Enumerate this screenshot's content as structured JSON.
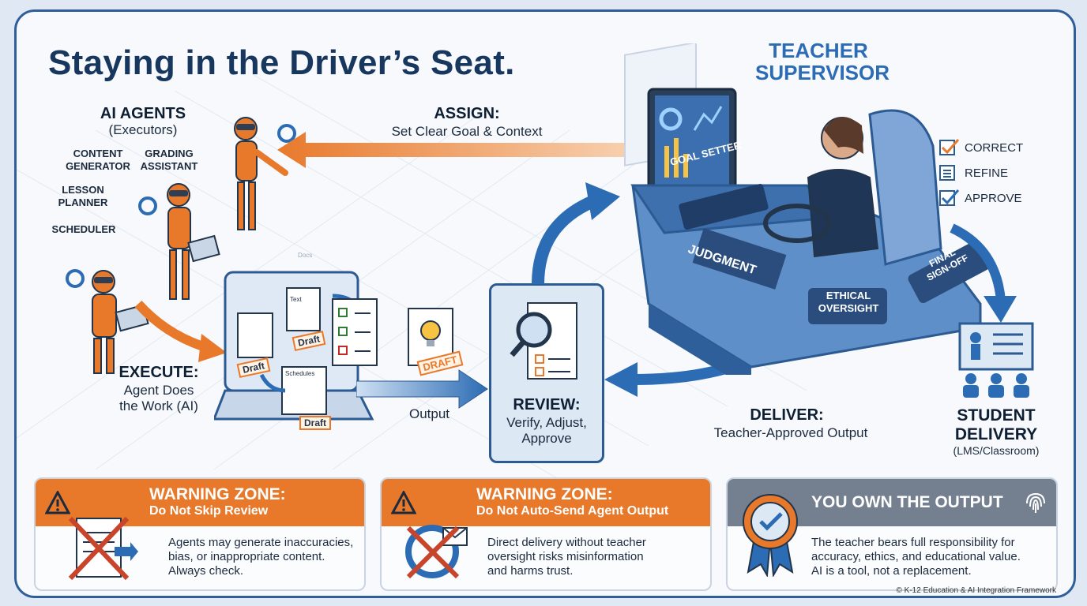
{
  "title": "Staying in the Driver’s Seat.",
  "agents": {
    "heading": "AI AGENTS",
    "subheading": "(Executors)",
    "roles": [
      "CONTENT GENERATOR",
      "GRADING ASSISTANT",
      "LESSON PLANNER",
      "SCHEDULER"
    ]
  },
  "assign": {
    "heading": "ASSIGN:",
    "text": "Set Clear Goal & Context"
  },
  "execute": {
    "heading": "EXECUTE:",
    "line1": "Agent Does",
    "line2": "the Work (AI)"
  },
  "output_label": "Output",
  "review": {
    "heading": "REVIEW:",
    "line1": "Verify, Adjust,",
    "line2": "Approve"
  },
  "deliver": {
    "heading": "DELIVER:",
    "text": "Teacher-Approved Output"
  },
  "student": {
    "line1": "STUDENT",
    "line2": "DELIVERY",
    "note": "(LMS/Classroom)"
  },
  "teacher": {
    "line1": "TEACHER",
    "line2": "SUPERVISOR"
  },
  "console_labels": {
    "goal_setter": "GOAL SETTER",
    "judgment": "JUDGMENT",
    "ethical_1": "ETHICAL",
    "ethical_2": "OVERSIGHT",
    "signoff_1": "FINAL",
    "signoff_2": "SIGN-OFF"
  },
  "checklist": [
    "CORRECT",
    "REFINE",
    "APPROVE"
  ],
  "doc_labels": {
    "draft": "Draft",
    "draft_caps": "DRAFT",
    "schedules": "Schedules",
    "text": "Text",
    "docs": "Docs"
  },
  "panels": [
    {
      "title": "WARNING ZONE:",
      "subtitle": "Do Not Skip Review",
      "body": [
        "Agents may generate inaccuracies,",
        "bias, or inappropriate content.",
        "Always check."
      ]
    },
    {
      "title": "WARNING ZONE:",
      "subtitle": "Do Not Auto-Send Agent Output",
      "body": [
        "Direct delivery without teacher",
        "oversight risks misinformation",
        "and harms trust."
      ]
    },
    {
      "title": "YOU OWN THE OUTPUT",
      "body": [
        "The teacher bears full responsibility for",
        "accuracy, ethics, and educational value.",
        "AI is a tool, not a replacement."
      ]
    }
  ],
  "footer": "© K-12 Education & AI Integration Framework",
  "colors": {
    "orange": "#e8792b",
    "blue": "#2c6cb4",
    "navy": "#17375f",
    "slate": "#74808f"
  }
}
